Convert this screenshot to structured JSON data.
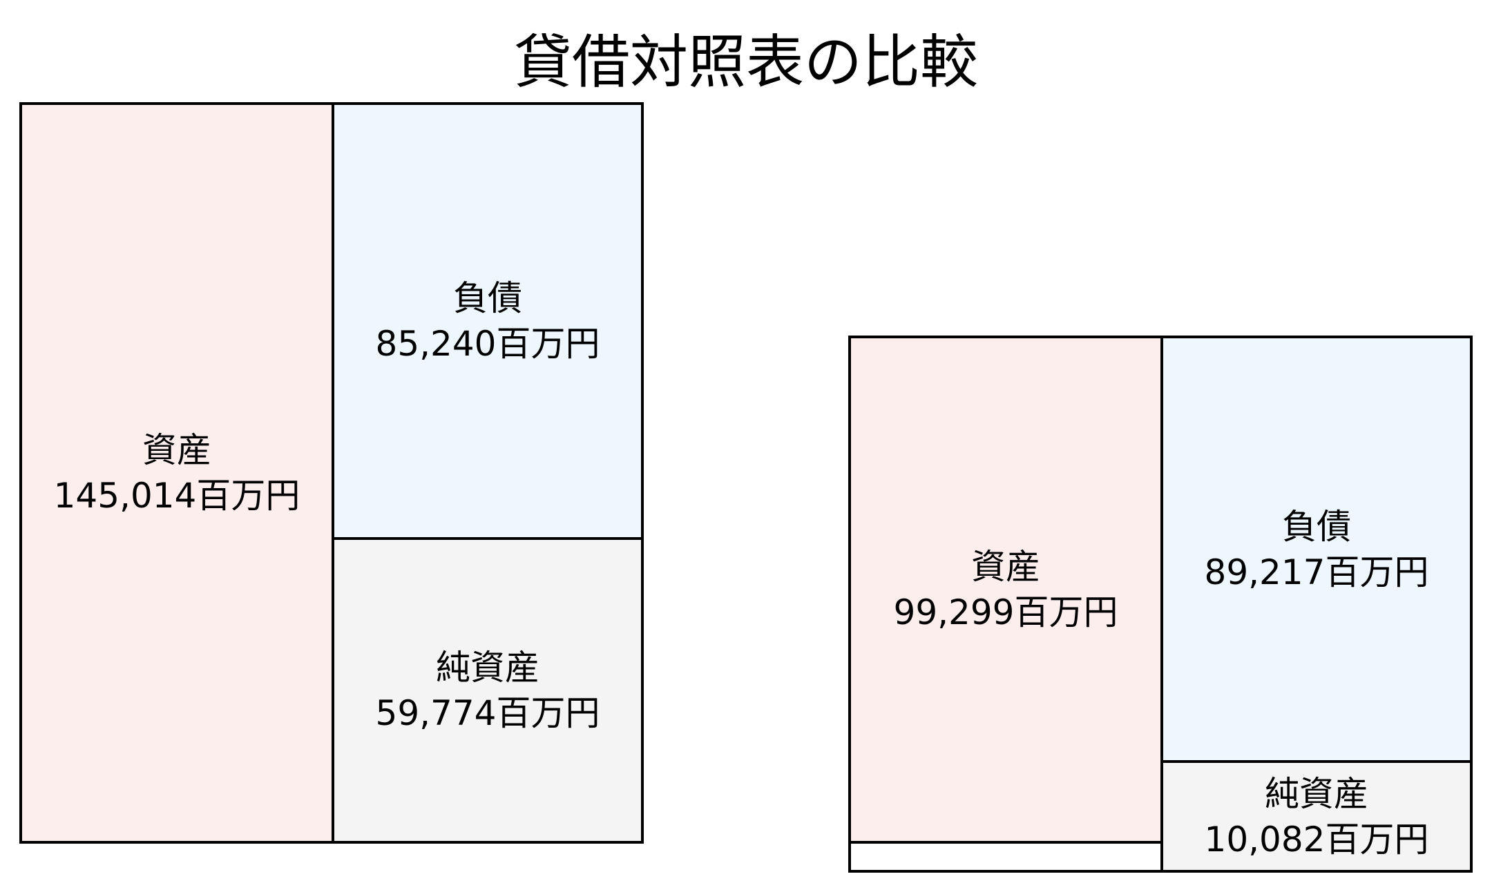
{
  "title": "貸借対照表の比較",
  "colors": {
    "asset": "#fdeeee",
    "liability": "#eef6fe",
    "net_assets": "#f4f4f4",
    "border": "#000000"
  },
  "left": {
    "asset": {
      "label": "資産",
      "value": "145,014百万円"
    },
    "liability": {
      "label": "負債",
      "value": "85,240百万円"
    },
    "net_assets": {
      "label": "純資産",
      "value": "59,774百万円"
    }
  },
  "right": {
    "asset": {
      "label": "資産",
      "value": "99,299百万円"
    },
    "liability": {
      "label": "負債",
      "value": "89,217百万円"
    },
    "net_assets": {
      "label": "純資産",
      "value": "10,082百万円"
    }
  },
  "chart_data": {
    "type": "table",
    "title": "貸借対照表の比較",
    "unit": "百万円",
    "series": [
      {
        "name": "left_balance_sheet",
        "assets": 145014,
        "liabilities": 85240,
        "net_assets": 59774
      },
      {
        "name": "right_balance_sheet",
        "assets": 99299,
        "liabilities": 89217,
        "net_assets": 10082
      }
    ],
    "categories": [
      "資産",
      "負債",
      "純資産"
    ]
  }
}
